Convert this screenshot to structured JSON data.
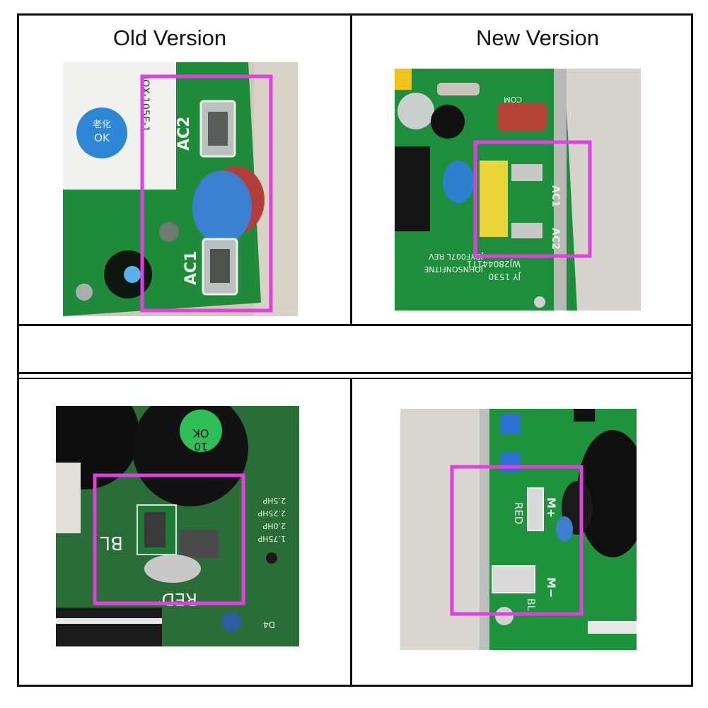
{
  "headers": {
    "old": "Old Version",
    "new": "New Version"
  },
  "colors": {
    "highlight_box": "#e040e0",
    "pcb_green": "#1f8f3a",
    "grid_line": "#111111"
  },
  "photos": {
    "old_ac": {
      "labels": {
        "ac2": "AC2",
        "ac1": "AC1",
        "part": "IQX-105E-1",
        "stamp_line1": "老化",
        "stamp_line2": "OK"
      }
    },
    "new_ac": {
      "labels": {
        "ac1": "AC1",
        "ac2": "AC2",
        "com": "COM",
        "board1": "WJ280441T1",
        "board2": "JY 1530",
        "maker": "JOHNSONFITNE",
        "rev": "JDYF007L REV"
      }
    },
    "old_motor": {
      "labels": {
        "bl": "BL",
        "red": "RED",
        "stamp_line1": "OK",
        "stamp_line2": "10",
        "hp1": "2.5HP",
        "hp2": "2.25HP",
        "hp3": "2.0HP",
        "hp4": "1.75HP",
        "d4": "D4"
      }
    },
    "new_motor": {
      "labels": {
        "red": "RED",
        "m_plus": "M+",
        "m_minus": "M−",
        "bl": "BL"
      }
    }
  }
}
